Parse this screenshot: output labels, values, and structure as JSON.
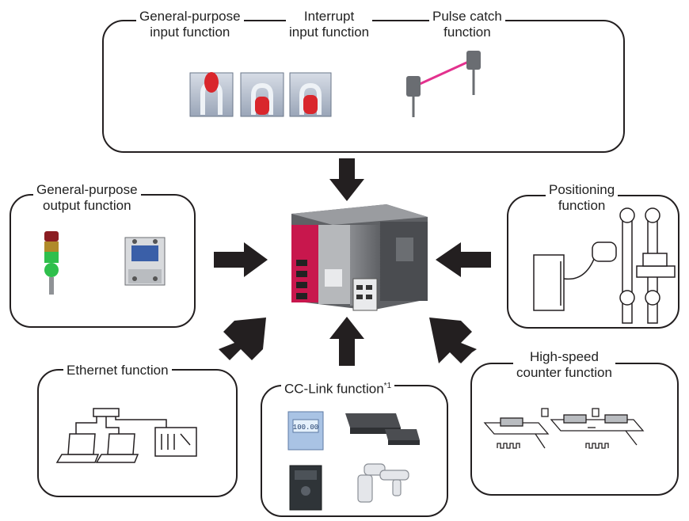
{
  "labels": {
    "general_input_l1": "General-purpose",
    "general_input_l2": "input function",
    "interrupt_l1": "Interrupt",
    "interrupt_l2": "input function",
    "pulse_l1": "Pulse catch",
    "pulse_l2": "function",
    "general_output_l1": "General-purpose",
    "general_output_l2": "output function",
    "positioning_l1": "Positioning",
    "positioning_l2": "function",
    "ethernet": "Ethernet function",
    "cclink": "CC-Link function",
    "cclink_note": "*1",
    "highspeed_l1": "High-speed",
    "highspeed_l2": "counter function"
  },
  "device": {
    "display_value": "100.00"
  },
  "colors": {
    "plc_accent": "#c8174d",
    "arrow": "#231f20",
    "box_border": "#231f20"
  }
}
